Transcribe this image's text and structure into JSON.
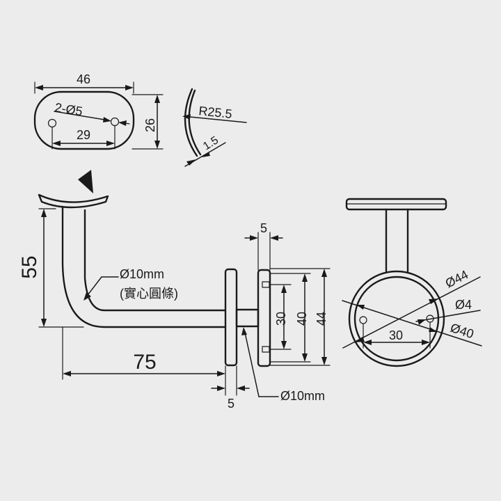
{
  "colors": {
    "background": "#ececec",
    "ink": "#1a1a1a"
  },
  "plate_view": {
    "length": "46",
    "width": "26",
    "hole_spacing": "29",
    "holes": "2-Ø5"
  },
  "curve_view": {
    "radius": "R25.5",
    "thickness": "1.5"
  },
  "side_view": {
    "height": "55",
    "length": "75",
    "arm": "Ø10mm",
    "arm_note": "(實心圓條)",
    "neck": "Ø10mm",
    "flange_width": "5",
    "base_width": "5",
    "hole_spacing": "30",
    "inner_height": "40",
    "outer_height": "44"
  },
  "front_view": {
    "outer": "Ø44",
    "hole": "Ø4",
    "inner": "Ø40",
    "hole_spacing": "30"
  }
}
